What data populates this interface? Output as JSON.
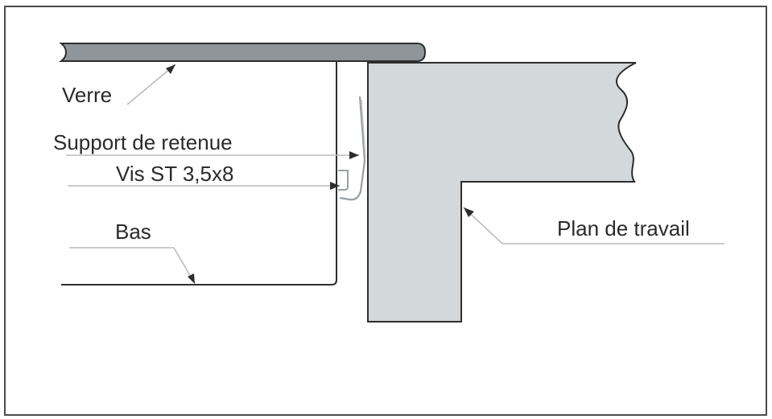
{
  "diagram": {
    "labels": {
      "verre": "Verre",
      "support": "Support de retenue",
      "vis": "Vis ST 3,5x8",
      "bas": "Bas",
      "plan": "Plan de travail"
    },
    "colors": {
      "glass_fill": "#8f9599",
      "worktop_fill": "#d3d8da",
      "line": "#2d2d2d",
      "leader": "#b8bcbf",
      "frame": "#4a4a4a"
    }
  }
}
